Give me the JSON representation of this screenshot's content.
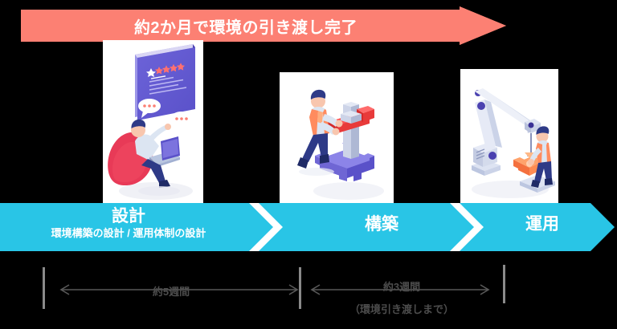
{
  "diagram": {
    "title_arrow": {
      "label": "約2か月で環境の引き渡し完了",
      "color": "#FC8073",
      "text_color": "#ffffff"
    },
    "phases": [
      {
        "id": "design",
        "title": "設計",
        "subtitle": "環境構築の設計 / 運用体制の設計",
        "illustration": "person-on-beanbag-with-laptop-and-screen-illustration"
      },
      {
        "id": "build",
        "title": "構築",
        "subtitle": "",
        "illustration": "worker-turning-red-lever-on-gear-illustration"
      },
      {
        "id": "operate",
        "title": "運用",
        "subtitle": "",
        "illustration": "robotic-arm-lifting-gear-with-worker-illustration"
      }
    ],
    "band": {
      "color": "#29C5E6",
      "text_color": "#ffffff"
    },
    "durations": [
      {
        "id": "design-duration",
        "label": "約5週間",
        "note": ""
      },
      {
        "id": "build-duration",
        "label": "約3週間",
        "note": "（環境引き渡しまで）"
      }
    ],
    "measure_color": "#595959"
  }
}
